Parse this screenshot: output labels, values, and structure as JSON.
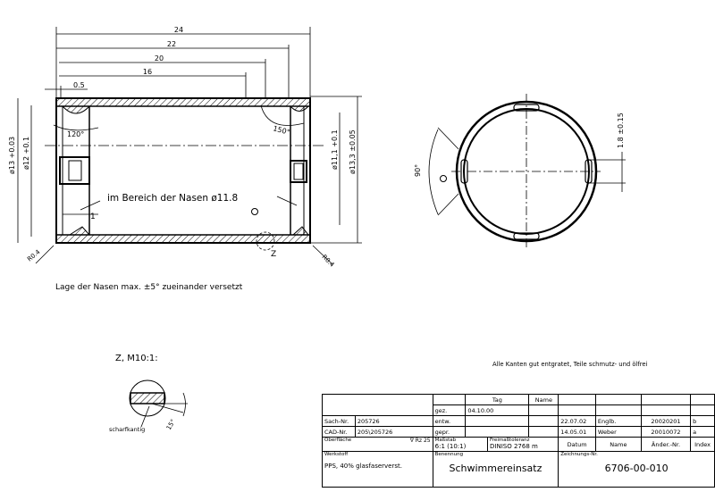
{
  "main_view": {
    "dim_24": "24",
    "dim_22": "22",
    "dim_20": "20",
    "dim_16": "16",
    "dim_05": "0.5",
    "angle_120": "120°",
    "angle_150": "150°",
    "dia_13": "ø13 +0.03",
    "dia_12": "ø12 +0.1",
    "dia_11_1": "ø11,1 +0.1",
    "dia_13_3": "ø13,3 ±0.05",
    "nose_note": "im Bereich der Nasen ø11.8",
    "dim_1": "1",
    "radius_left": "R0.4",
    "radius_right": "R0.4",
    "detail_marker": "Z",
    "offset_note": "Lage der Nasen max. ±5° zueinander versetzt"
  },
  "side_view": {
    "angle_90": "90°",
    "dim_1_8": "1.8 ±0.15"
  },
  "detail_view": {
    "title": "Z, M10:1:",
    "edge_note": "scharfkantig",
    "angle_15": "15°"
  },
  "general_note": "Alle Kanten gut entgratet, Teile schmutz- und ölfrei",
  "title_block": {
    "tag_header": "Tag",
    "name_header": "Name",
    "gez_label": "gez.",
    "gez_date": "04.10.00",
    "entw_label": "entw.",
    "gepr_label": "gepr.",
    "sach_label": "Sach-Nr.",
    "sach_value": "205726",
    "cad_label": "CAD-Nr.",
    "cad_value": "205\\205726",
    "surface_label": "Oberfläche",
    "surface_value": "Rz 25",
    "scale_label": "Maßstab",
    "scale_value": "6:1 (10:1)",
    "tolerance_label": "Freimaßtoleranz",
    "tolerance_value": "DINISO 2768 m",
    "material_label": "Werkstoff",
    "material_value": "PPS, 40% glasfaserverst.",
    "designation_label": "Benennung",
    "designation_value": "Schwimmereinsatz",
    "drawing_no_label": "Zeichnungs-Nr.",
    "drawing_no_value": "6706-00-010",
    "revisions": [
      {
        "date": "22.07.02",
        "name": "Englb.",
        "change_no": "20020201",
        "index": "b"
      },
      {
        "date": "14.05.01",
        "name": "Weber",
        "change_no": "20010072",
        "index": "a"
      }
    ],
    "rev_headers": {
      "date": "Datum",
      "name": "Name",
      "change_no": "Änder.-Nr.",
      "index": "Index"
    }
  }
}
